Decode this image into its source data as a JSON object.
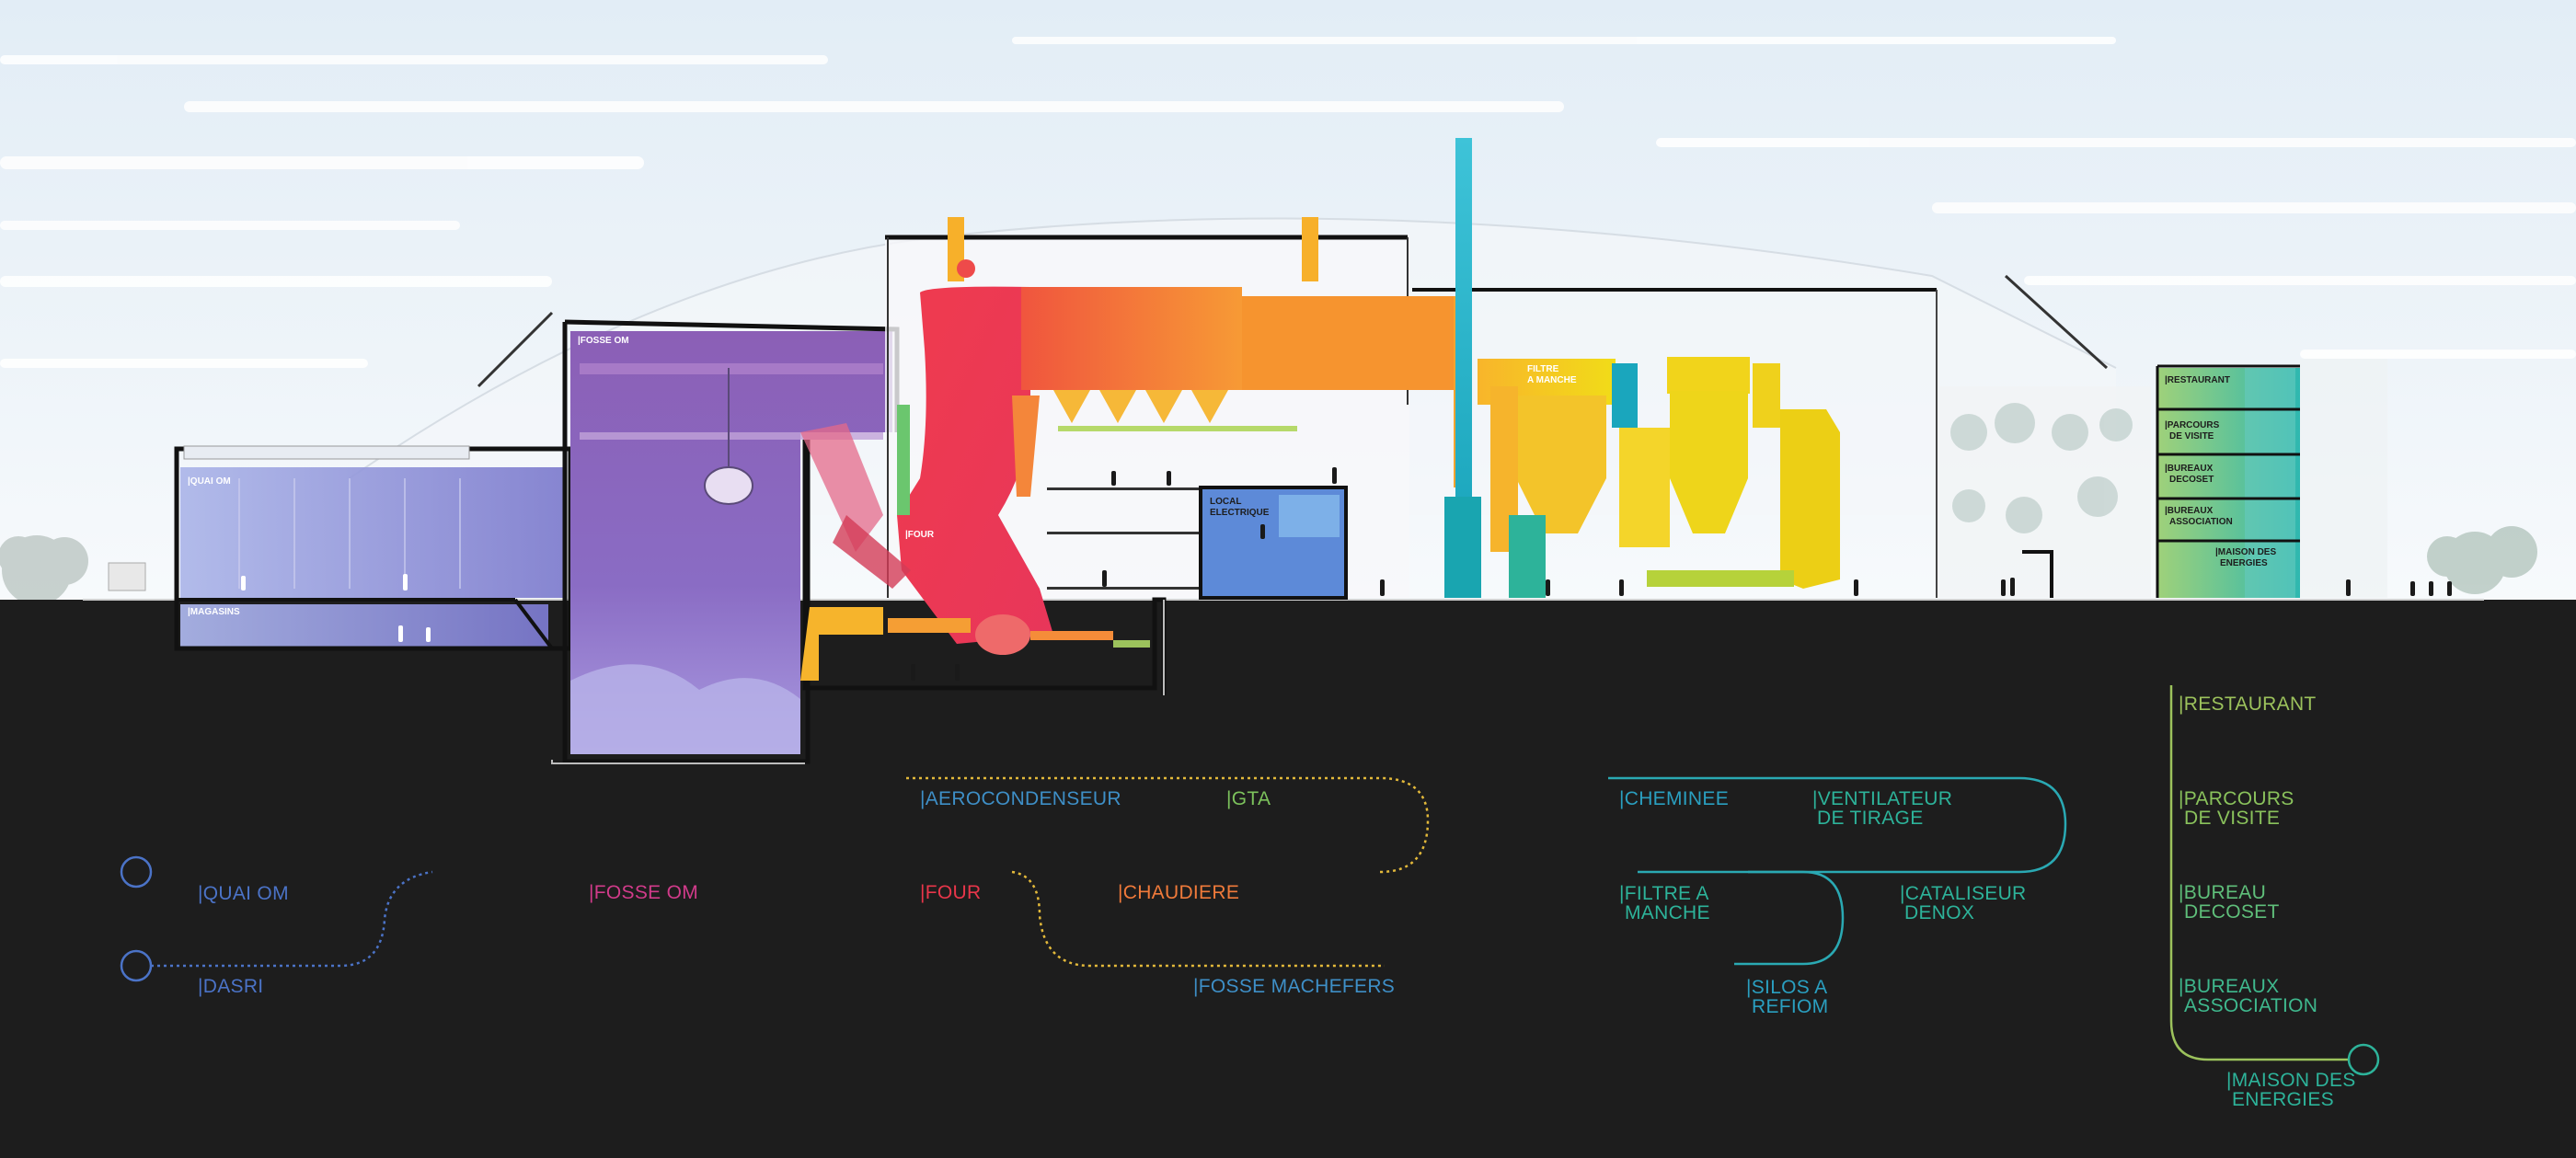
{
  "section_labels": {
    "quai_om": "|QUAI OM",
    "magasins": "|MAGASINS",
    "fosse_om": "|FOSSE OM",
    "four": "|FOUR",
    "local_electrique_1": "LOCAL",
    "local_electrique_2": "ELECTRIQUE",
    "filtre_1": "FILTRE",
    "filtre_2": "A MANCHE",
    "restaurant": "|RESTAURANT",
    "parcours_1": "|PARCOURS",
    "parcours_2": "DE VISITE",
    "decoset_1": "|BUREAUX",
    "decoset_2": "DECOSET",
    "association_1": "|BUREAUX",
    "association_2": "ASSOCIATION",
    "maison_1": "|MAISON DES",
    "maison_2": "ENERGIES"
  },
  "flow_labels": {
    "quai_om": "|QUAI OM",
    "dasri": "|DASRI",
    "fosse_om": "|FOSSE OM",
    "four": "|FOUR",
    "chaudiere": "|CHAUDIERE",
    "aerocondenseur": "|AEROCONDENSEUR",
    "gta": "|GTA",
    "fosse_machefers": "|FOSSE MACHEFERS",
    "cheminee": "|CHEMINEE",
    "ventilateur_1": "|VENTILATEUR",
    "ventilateur_2": "DE TIRAGE",
    "filtre_1": "|FILTRE A",
    "filtre_2": "MANCHE",
    "catalyseur_1": "|CATALISEUR",
    "catalyseur_2": "DENOX",
    "silos_1": "|SILOS A",
    "silos_2": "REFIOM",
    "restaurant": "|RESTAURANT",
    "parcours_1": "|PARCOURS",
    "parcours_2": "DE VISITE",
    "decoset_1": "|BUREAU",
    "decoset_2": "DECOSET",
    "association_1": "|BUREAUX",
    "association_2": "ASSOCIATION",
    "maison_1": "|MAISON DES",
    "maison_2": "ENERGIES"
  },
  "colors": {
    "background": "#1d1d1d",
    "sky": "#e4eef6",
    "reception": "#7b7fcf",
    "fosse": "#8a5fb8",
    "four": "#e83a4b",
    "chaudiere": "#f47b36",
    "filtration": "#f3d21a",
    "cheminee": "#1aa6bd",
    "offices": "#3fbfa2",
    "flow_blue": "#4b73c7",
    "flow_green": "#9cc25c"
  }
}
